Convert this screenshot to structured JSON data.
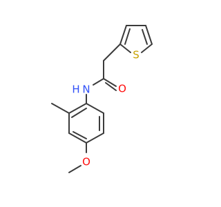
{
  "molecule": {
    "atoms": {
      "nitrogen": {
        "label": "N",
        "hydrogen": "H",
        "color": "#3050f8"
      },
      "oxygen_carbonyl": {
        "label": "O",
        "color": "#ff0d0d"
      },
      "oxygen_methoxy": {
        "label": "O",
        "color": "#ff0d0d"
      },
      "sulfur": {
        "label": "S",
        "color": "#c8a300"
      }
    },
    "bond_color": "#3b3b3b",
    "background": "#ffffff"
  }
}
